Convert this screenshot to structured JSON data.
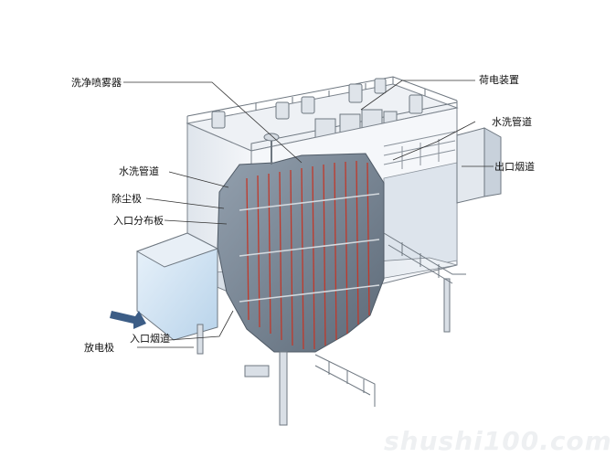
{
  "labels": {
    "washer_sprayer": "洗净喷雾器",
    "charging_device": "荷电装置",
    "water_pipe_right": "水洗管道",
    "water_pipe_left": "水洗管道",
    "outlet_duct": "出口烟道",
    "dust_plate": "除尘极",
    "inlet_distributor": "入口分布板",
    "inlet_duct": "入口烟道",
    "discharge_electrode": "放电极"
  },
  "watermark": "shushi100.com",
  "colors": {
    "frame": "#6e7780",
    "panel": "#e9edf2",
    "panel_dark": "#c9d2dc",
    "core": "#7c8896",
    "tube": "#c0392b",
    "duct": "#cfe3f2",
    "arrow": "#3c5d86"
  },
  "icons": [
    "flow-arrow-icon"
  ]
}
